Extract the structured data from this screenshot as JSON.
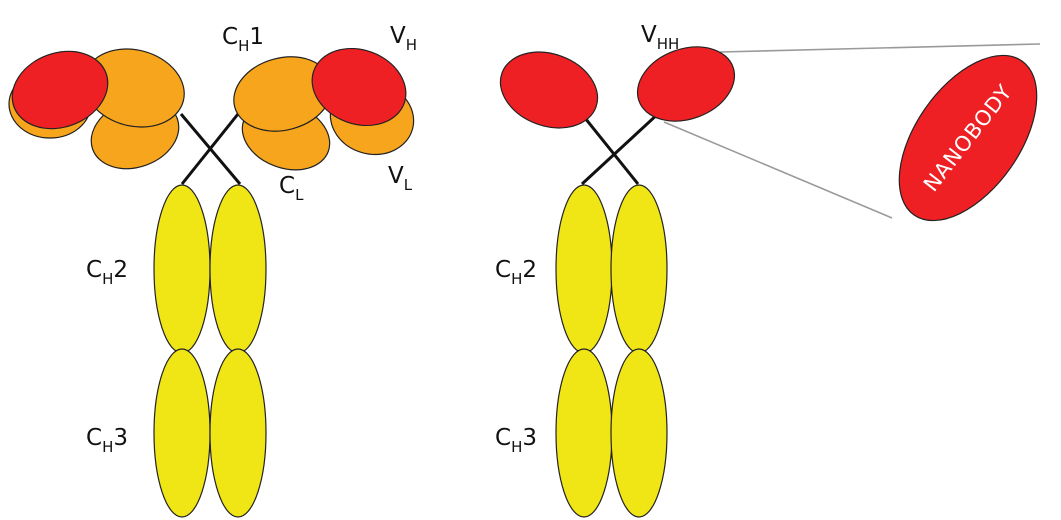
{
  "labels": {
    "ch1": {
      "main": "C",
      "sub": "H",
      "tail": "1"
    },
    "vh": {
      "main": "V",
      "sub": "H",
      "tail": ""
    },
    "vl": {
      "main": "V",
      "sub": "L",
      "tail": ""
    },
    "cl": {
      "main": "C",
      "sub": "L",
      "tail": ""
    },
    "ch2_left": {
      "main": "C",
      "sub": "H",
      "tail": "2"
    },
    "ch3_left": {
      "main": "C",
      "sub": "H",
      "tail": "3"
    },
    "vhh": {
      "main": "V",
      "sub": "HH",
      "tail": ""
    },
    "ch2_right": {
      "main": "C",
      "sub": "H",
      "tail": "2"
    },
    "ch3_right": {
      "main": "C",
      "sub": "H",
      "tail": "3"
    },
    "nanobody": "NANOBODY"
  },
  "colors": {
    "variable_domain": "#ee2024",
    "constant_light": "#f7a51d",
    "fc_domain": "#f0e616",
    "outline": "#222222",
    "hinge": "#111111",
    "zoom_line": "#9a9a9a"
  }
}
